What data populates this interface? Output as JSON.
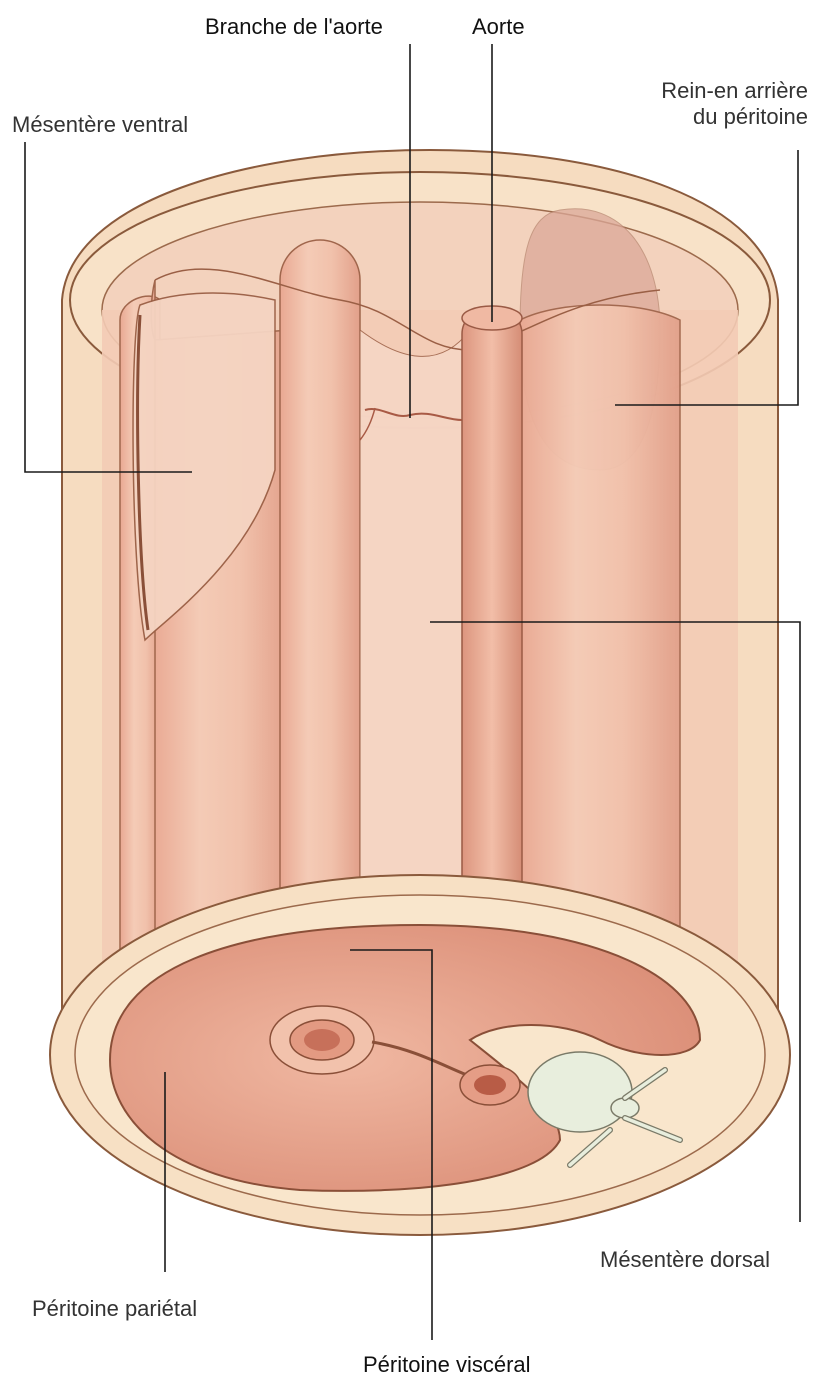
{
  "labels": {
    "branche_aorte": "Branche de l'aorte",
    "aorte": "Aorte",
    "rein_line1": "Rein-en arrière",
    "rein_line2": "du péritoine",
    "mesentere_ventral": "Mésentère ventral",
    "mesentere_dorsal": "Mésentère dorsal",
    "peritoine_parietal": "Péritoine pariétal",
    "peritoine_visceral": "Péritoine viscéral"
  },
  "colors": {
    "outer_wall": "#f6dcc0",
    "outer_edge": "#8a5a3c",
    "inner_tube": "#efbfa8",
    "inner_tube_dark": "#d9907a",
    "cavity": "#e8a48f",
    "kidney": "#dba898",
    "vertebra": "#e8eedd",
    "leader_line": "#1a1a1a"
  }
}
